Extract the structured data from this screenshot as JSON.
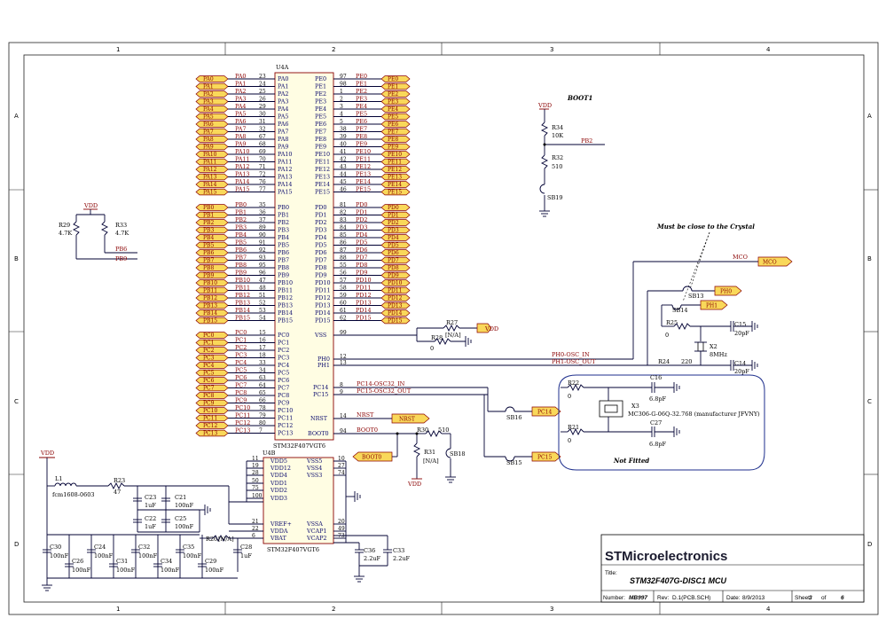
{
  "sheet": {
    "columns": [
      "1",
      "2",
      "3",
      "4"
    ],
    "rows": [
      "A",
      "B",
      "C",
      "D"
    ]
  },
  "u4a": {
    "title": "U4A",
    "part": "STM32F407VGT6",
    "left_pins": [
      {
        "net": "PA0",
        "num": "23",
        "name": "PA0"
      },
      {
        "net": "PA1",
        "num": "24",
        "name": "PA1"
      },
      {
        "net": "PA2",
        "num": "25",
        "name": "PA2"
      },
      {
        "net": "PA3",
        "num": "26",
        "name": "PA3"
      },
      {
        "net": "PA4",
        "num": "29",
        "name": "PA4"
      },
      {
        "net": "PA5",
        "num": "30",
        "name": "PA5"
      },
      {
        "net": "PA6",
        "num": "31",
        "name": "PA6"
      },
      {
        "net": "PA7",
        "num": "32",
        "name": "PA7"
      },
      {
        "net": "PA8",
        "num": "67",
        "name": "PA8"
      },
      {
        "net": "PA9",
        "num": "68",
        "name": "PA9"
      },
      {
        "net": "PA10",
        "num": "69",
        "name": "PA10"
      },
      {
        "net": "PA11",
        "num": "70",
        "name": "PA11"
      },
      {
        "net": "PA12",
        "num": "71",
        "name": "PA12"
      },
      {
        "net": "PA13",
        "num": "72",
        "name": "PA13"
      },
      {
        "net": "PA14",
        "num": "76",
        "name": "PA14"
      },
      {
        "net": "PA15",
        "num": "77",
        "name": "PA15"
      },
      {
        "net": "PB0",
        "num": "35",
        "name": "PB0"
      },
      {
        "net": "PB1",
        "num": "36",
        "name": "PB1"
      },
      {
        "net": "PB2",
        "num": "37",
        "name": "PB2"
      },
      {
        "net": "PB3",
        "num": "89",
        "name": "PB3"
      },
      {
        "net": "PB4",
        "num": "90",
        "name": "PB4"
      },
      {
        "net": "PB5",
        "num": "91",
        "name": "PB5"
      },
      {
        "net": "PB6",
        "num": "92",
        "name": "PB6"
      },
      {
        "net": "PB7",
        "num": "93",
        "name": "PB7"
      },
      {
        "net": "PB8",
        "num": "95",
        "name": "PB8"
      },
      {
        "net": "PB9",
        "num": "96",
        "name": "PB9"
      },
      {
        "net": "PB10",
        "num": "47",
        "name": "PB10"
      },
      {
        "net": "PB11",
        "num": "48",
        "name": "PB11"
      },
      {
        "net": "PB12",
        "num": "51",
        "name": "PB12"
      },
      {
        "net": "PB13",
        "num": "52",
        "name": "PB13"
      },
      {
        "net": "PB14",
        "num": "53",
        "name": "PB14"
      },
      {
        "net": "PB15",
        "num": "54",
        "name": "PB15"
      },
      {
        "net": "PC0",
        "num": "15",
        "name": "PC0"
      },
      {
        "net": "PC1",
        "num": "16",
        "name": "PC1"
      },
      {
        "net": "PC2",
        "num": "17",
        "name": "PC2"
      },
      {
        "net": "PC3",
        "num": "18",
        "name": "PC3"
      },
      {
        "net": "PC4",
        "num": "33",
        "name": "PC4"
      },
      {
        "net": "PC5",
        "num": "34",
        "name": "PC5"
      },
      {
        "net": "PC6",
        "num": "63",
        "name": "PC6"
      },
      {
        "net": "PC7",
        "num": "64",
        "name": "PC7"
      },
      {
        "net": "PC8",
        "num": "65",
        "name": "PC8"
      },
      {
        "net": "PC9",
        "num": "66",
        "name": "PC9"
      },
      {
        "net": "PC10",
        "num": "78",
        "name": "PC10"
      },
      {
        "net": "PC11",
        "num": "79",
        "name": "PC11"
      },
      {
        "net": "PC12",
        "num": "80",
        "name": "PC12"
      },
      {
        "net": "PC13",
        "num": "7",
        "name": "PC13"
      }
    ],
    "right_pins": [
      {
        "net": "PE0",
        "num": "97",
        "name": "PE0"
      },
      {
        "net": "PE1",
        "num": "98",
        "name": "PE1"
      },
      {
        "net": "PE2",
        "num": "1",
        "name": "PE2"
      },
      {
        "net": "PE3",
        "num": "2",
        "name": "PE3"
      },
      {
        "net": "PE4",
        "num": "3",
        "name": "PE4"
      },
      {
        "net": "PE5",
        "num": "4",
        "name": "PE5"
      },
      {
        "net": "PE6",
        "num": "5",
        "name": "PE6"
      },
      {
        "net": "PE7",
        "num": "38",
        "name": "PE7"
      },
      {
        "net": "PE8",
        "num": "39",
        "name": "PE8"
      },
      {
        "net": "PE9",
        "num": "40",
        "name": "PE9"
      },
      {
        "net": "PE10",
        "num": "41",
        "name": "PE10"
      },
      {
        "net": "PE11",
        "num": "42",
        "name": "PE11"
      },
      {
        "net": "PE12",
        "num": "43",
        "name": "PE12"
      },
      {
        "net": "PE13",
        "num": "44",
        "name": "PE13"
      },
      {
        "net": "PE14",
        "num": "45",
        "name": "PE14"
      },
      {
        "net": "PE15",
        "num": "46",
        "name": "PE15"
      },
      {
        "net": "PD0",
        "num": "81",
        "name": "PD0"
      },
      {
        "net": "PD1",
        "num": "82",
        "name": "PD1"
      },
      {
        "net": "PD2",
        "num": "83",
        "name": "PD2"
      },
      {
        "net": "PD3",
        "num": "84",
        "name": "PD3"
      },
      {
        "net": "PD4",
        "num": "85",
        "name": "PD4"
      },
      {
        "net": "PD5",
        "num": "86",
        "name": "PD5"
      },
      {
        "net": "PD6",
        "num": "87",
        "name": "PD6"
      },
      {
        "net": "PD7",
        "num": "88",
        "name": "PD7"
      },
      {
        "net": "PD8",
        "num": "55",
        "name": "PD8"
      },
      {
        "net": "PD9",
        "num": "56",
        "name": "PD9"
      },
      {
        "net": "PD10",
        "num": "57",
        "name": "PD10"
      },
      {
        "net": "PD11",
        "num": "58",
        "name": "PD11"
      },
      {
        "net": "PD12",
        "num": "59",
        "name": "PD12"
      },
      {
        "net": "PD13",
        "num": "60",
        "name": "PD13"
      },
      {
        "net": "PD14",
        "num": "61",
        "name": "PD14"
      },
      {
        "net": "PD15",
        "num": "62",
        "name": "PD15"
      }
    ],
    "special_pins": [
      {
        "name": "VSS",
        "num": "99",
        "net": ""
      },
      {
        "name": "PH0",
        "num": "12",
        "net": "PH0-OSC_IN"
      },
      {
        "name": "PH1",
        "num": "13",
        "net": "PH1-OSC_OUT"
      },
      {
        "name": "PC14",
        "num": "8",
        "net": "PC14-OSC32_IN"
      },
      {
        "name": "PC15",
        "num": "9",
        "net": "PC15-OSC32_OUT"
      },
      {
        "name": "NRST",
        "num": "14",
        "net": "NRST"
      },
      {
        "name": "BOOT0",
        "num": "94",
        "net": "BOOT0"
      }
    ]
  },
  "u4b": {
    "title": "U4B",
    "part": "STM32F407VGT6",
    "left_pins": [
      {
        "name": "VDD5",
        "num": "11"
      },
      {
        "name": "VDD12",
        "num": "19"
      },
      {
        "name": "VDD4",
        "num": "28"
      },
      {
        "name": "VDD1",
        "num": "50"
      },
      {
        "name": "VDD2",
        "num": "75"
      },
      {
        "name": "VDD3",
        "num": "100"
      },
      {
        "name": "VREF+",
        "num": "21"
      },
      {
        "name": "VDDA",
        "num": "22"
      },
      {
        "name": "VBAT",
        "num": "6"
      }
    ],
    "right_pins": [
      {
        "name": "VSS5",
        "num": "10"
      },
      {
        "name": "VSS4",
        "num": "27"
      },
      {
        "name": "VSS3",
        "num": "74"
      },
      {
        "name": "VSSA",
        "num": "20"
      },
      {
        "name": "VCAP1",
        "num": "49"
      },
      {
        "name": "VCAP2",
        "num": "73"
      }
    ]
  },
  "components": {
    "r29": {
      "ref": "R29",
      "val": "4.7K"
    },
    "r33": {
      "ref": "R33",
      "val": "4.7K"
    },
    "r34": {
      "ref": "R34",
      "val": "10K"
    },
    "r32": {
      "ref": "R32",
      "val": "510"
    },
    "sb19": "SB19",
    "r27": {
      "ref": "R27",
      "val": "[N/A]"
    },
    "r28": {
      "ref": "R28",
      "val": "0"
    },
    "r25": {
      "ref": "R25",
      "val": "0"
    },
    "r24": {
      "ref": "R24",
      "val": "220"
    },
    "c15": {
      "ref": "C15",
      "val": "20pF"
    },
    "c14": {
      "ref": "C14",
      "val": "20pF"
    },
    "x2": {
      "ref": "X2",
      "val": "8MHz"
    },
    "sb13": "SB13",
    "sb14": "SB14",
    "r22": {
      "ref": "R22",
      "val": "0"
    },
    "r21": {
      "ref": "R21",
      "val": "0"
    },
    "c16": {
      "ref": "C16",
      "val": "6.8pF"
    },
    "c27": {
      "ref": "C27",
      "val": "6.8pF"
    },
    "x3": {
      "ref": "X3",
      "val": "MC306-G-06Q-32.768 (manufacturer JFVNY)"
    },
    "sb16": "SB16",
    "sb15": "SB15",
    "r30": {
      "ref": "R30",
      "val": "510"
    },
    "r31": {
      "ref": "R31",
      "val": "[N/A]"
    },
    "sb18": "SB18",
    "l1": {
      "ref": "L1",
      "val": "fcm1608-0603"
    },
    "r23": {
      "ref": "R23",
      "val": "47"
    },
    "c23": {
      "ref": "C23",
      "val": "1uF"
    },
    "c21": {
      "ref": "C21",
      "val": "100nF"
    },
    "c22": {
      "ref": "C22",
      "val": "1uF"
    },
    "c25": {
      "ref": "C25",
      "val": "100nF"
    },
    "r26": {
      "ref": "R26",
      "val": "[N/A]"
    },
    "c30": {
      "ref": "C30",
      "val": "100nF"
    },
    "c26": {
      "ref": "C26",
      "val": "100nF"
    },
    "c24": {
      "ref": "C24",
      "val": "100nF"
    },
    "c31": {
      "ref": "C31",
      "val": "100nF"
    },
    "c32": {
      "ref": "C32",
      "val": "100nF"
    },
    "c34": {
      "ref": "C34",
      "val": "100nF"
    },
    "c35": {
      "ref": "C35",
      "val": "100nF"
    },
    "c29": {
      "ref": "C29",
      "val": "100nF"
    },
    "c28": {
      "ref": "C28",
      "val": "1uF"
    },
    "c36": {
      "ref": "C36",
      "val": "2.2uF"
    },
    "c33": {
      "ref": "C33",
      "val": "2.2uF"
    }
  },
  "nets": {
    "vdd": "VDD",
    "pb2": "PB2",
    "pb6": "PB6",
    "pb9": "PB9",
    "mco": "MCO",
    "ph0": "PH0",
    "ph1": "PH1",
    "pc14": "PC14",
    "pc15": "PC15",
    "nrst": "NRST",
    "boot0": "BOOT0"
  },
  "notes": {
    "boot1": "BOOT1",
    "crystal_note": "Must be close to the Crystal",
    "not_fitted": "Not Fitted"
  },
  "title_block": {
    "company": "STMicroelectronics",
    "title_label": "Title:",
    "title": "STM32F407G-DISC1 MCU",
    "number_label": "Number:",
    "number": "MB997",
    "rev_label": "Rev:",
    "rev": "D.1(PCB.SCH)",
    "date_label": "Date:",
    "date": "8/9/2013",
    "sheet_label": "Sheet",
    "sheet": "3",
    "of_label": "of",
    "of": "6"
  }
}
